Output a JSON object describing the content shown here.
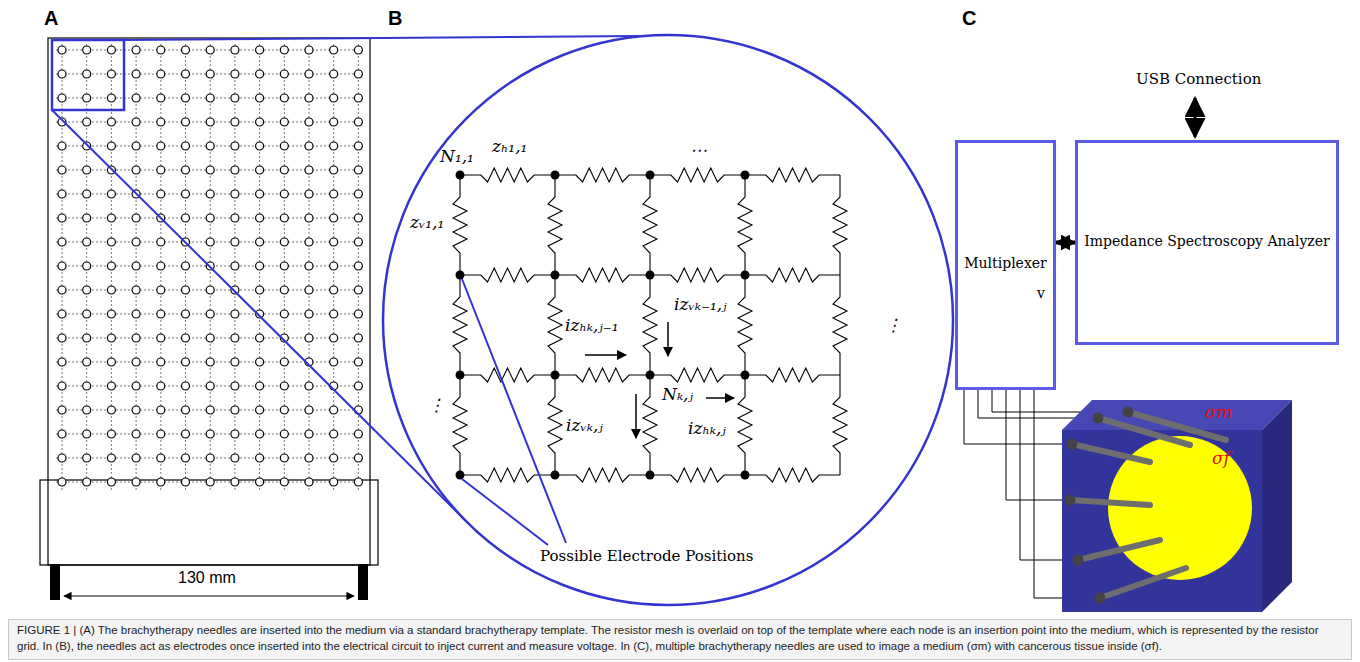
{
  "diagram": {
    "caption": "FIGURE 1 | (A) The brachytherapy needles are inserted into the medium via a standard brachytherapy template. The resistor mesh is overlaid on top of the template where each node is an insertion point into the medium, which is represented by the resistor grid. In (B), the needles act as electrodes once inserted into the electrical circuit to inject current and measure voltage. In (C), multiple brachytherapy needles are used to image a medium (σm) with cancerous tissue inside (σf).",
    "nodes": [
      {
        "text": [
          "Multiplexer",
          "v"
        ]
      },
      {
        "text": [
          "Impedance Spectroscopy Analyzer"
        ]
      }
    ],
    "edges": [
      {
        "from": 0,
        "to": 1,
        "arrow": "both"
      }
    ],
    "labels": [
      "A",
      "130 mm",
      "B",
      "N₁,₁",
      "zₕ₁,₁",
      "⋯",
      "zᵥ₁,₁",
      "⋮",
      "⋮",
      "izₕₖ,ⱼ₋₁",
      "izᵥₖ₋₁,ⱼ",
      "Nₖ,ⱼ",
      "izᵥₖ,ⱼ",
      "izₕₖ,ⱼ",
      "Possible Electrode Positions",
      "C",
      "USB Connection",
      "σm",
      "σf"
    ]
  }
}
